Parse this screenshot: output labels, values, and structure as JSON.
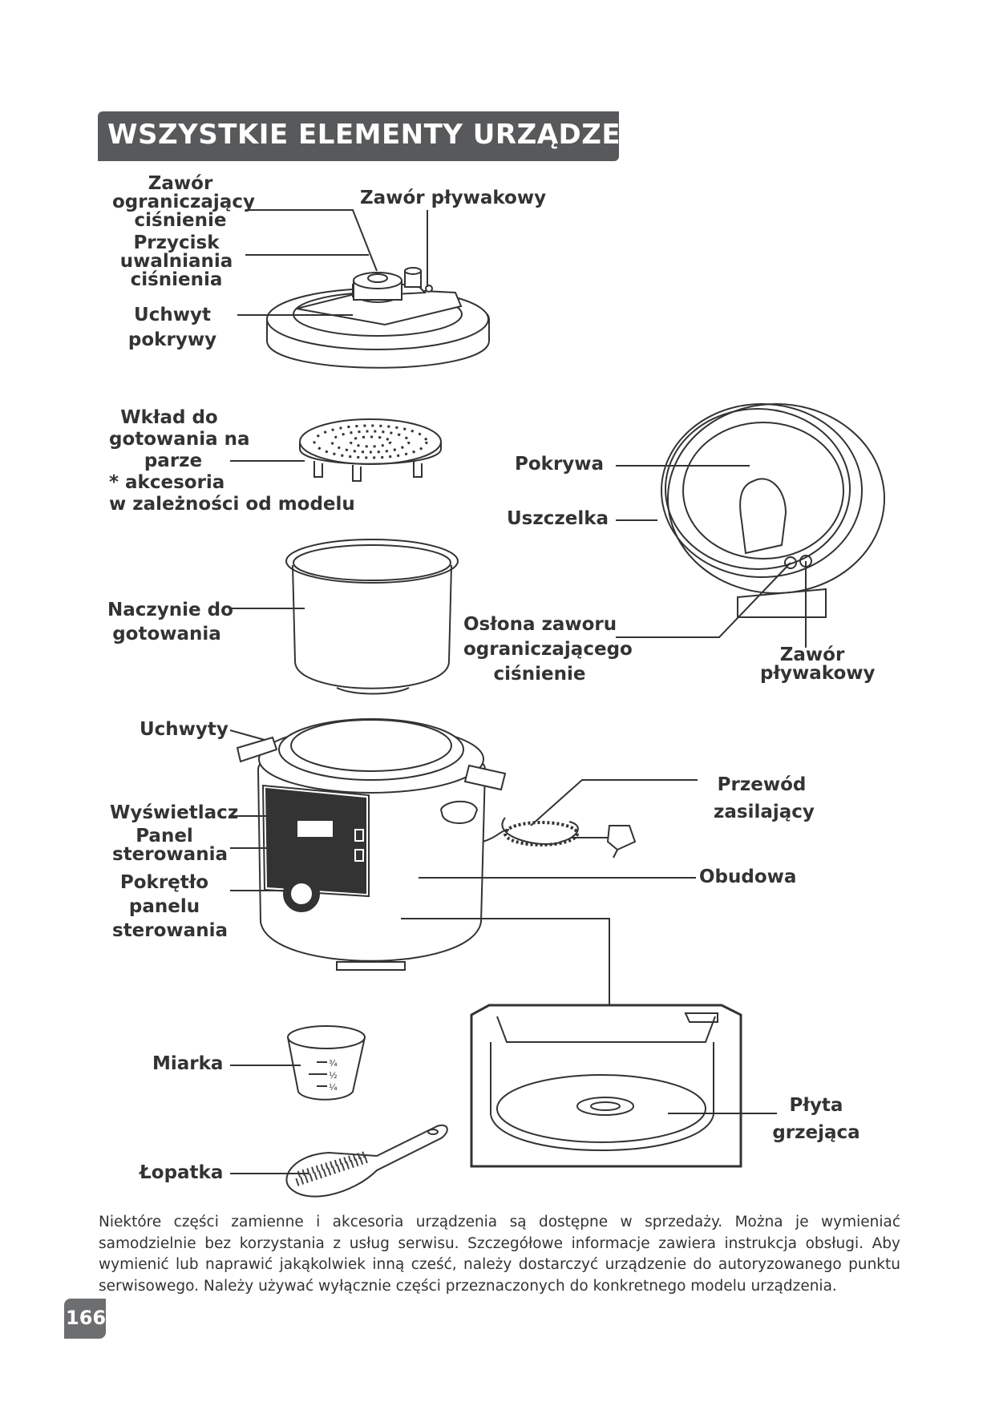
{
  "title": "WSZYSTKIE ELEMENTY URZĄDZENIA",
  "labels": {
    "pressure_limiting_valve": [
      "Zawór",
      "ograniczający",
      "ciśnienie"
    ],
    "float_valve_top": "Zawór pływakowy",
    "pressure_release_button": [
      "Przycisk",
      "uwalniania",
      "ciśnienia"
    ],
    "lid_handle": [
      "Uchwyt",
      "pokrywy"
    ],
    "steam_basket": [
      "Wkład do",
      "gotowania na",
      "parze",
      "* akcesoria",
      "w zależności od modelu"
    ],
    "lid": "Pokrywa",
    "gasket": "Uszczelka",
    "cooking_bowl": [
      "Naczynie do",
      "gotowania"
    ],
    "valve_cover": [
      "Osłona zaworu",
      "ograniczającego",
      "ciśnienie"
    ],
    "float_valve_side": [
      "Zawór",
      "pływakowy"
    ],
    "handles": "Uchwyty",
    "power_cord": [
      "Przewód",
      "zasilający"
    ],
    "display": "Wyświetlacz",
    "control_panel": [
      "Panel",
      "sterowania"
    ],
    "knob": [
      "Pokrętło",
      "panelu",
      "sterowania"
    ],
    "housing": "Obudowa",
    "measuring_cup": "Miarka",
    "heating_plate": [
      "Płyta",
      "grzejąca"
    ],
    "spatula": "Łopatka"
  },
  "cup_marks": [
    "¾",
    "½",
    "¼"
  ],
  "footer": "Niektóre części zamienne i akcesoria urządzenia są dostępne w sprzedaży. Można je wymieniać samodzielnie bez korzystania z usług serwisu. Szczegółowe informacje zawiera instrukcja obsługi. Aby wymienić lub naprawić jakąkolwiek inną cześć, należy dostarczyć urządzenie do autoryzowanego punktu serwisowego. Należy używać wyłącznie części przeznaczonych do konkretnego modelu urządzenia.",
  "page_number": "166",
  "colors": {
    "title_bg": "#58595b",
    "badge_bg": "#6d6e70",
    "text": "#333333",
    "line": "#333333"
  }
}
